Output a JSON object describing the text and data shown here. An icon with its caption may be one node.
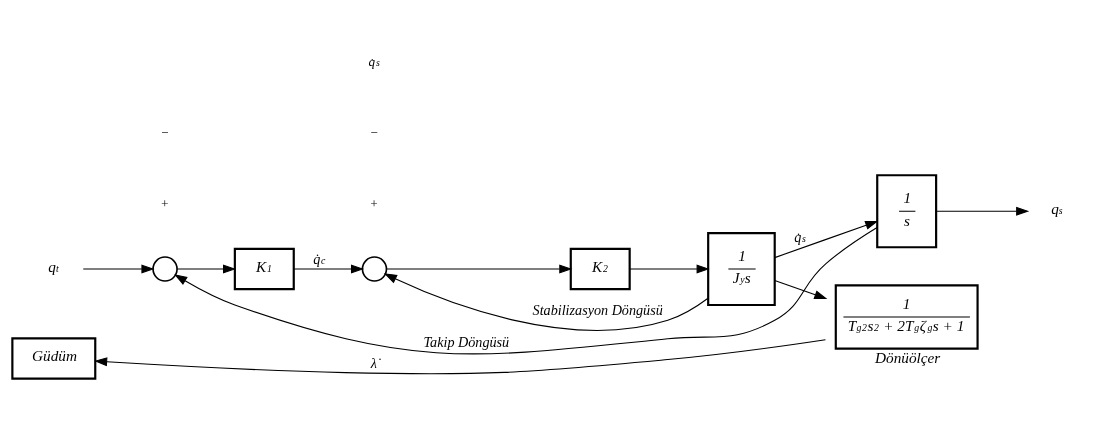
{
  "diagram": {
    "nodes": [
      {
        "text": [
          "q$_{t}$"
        ]
      },
      {
        "text": [],
        "shape": "circle"
      },
      {
        "text": [
          "K$_{1}$"
        ]
      },
      {
        "text": [],
        "shape": "circle"
      },
      {
        "text": [
          "K$_{2}$"
        ]
      },
      {
        "text": [
          "1",
          "J$_{y}$s"
        ]
      },
      {
        "text": [
          "1",
          "s"
        ]
      },
      {
        "text": [
          "q$_{s}$"
        ]
      },
      {
        "text": [
          "Güdüm"
        ]
      },
      {
        "text": [
          "1",
          "T$_{g}$$^{2}$s$^{2}$ + 2T$_{g}$ζ$_{g}$s + 1"
        ],
        "beside": [
          "Dönüölçer"
        ]
      }
    ],
    "edges": [
      {
        "from": 0,
        "to": 1,
        "arrow": "to"
      },
      {
        "from": 1,
        "to": 2,
        "arrow": "to"
      },
      {
        "from": 2,
        "to": 3,
        "arrow": "to",
        "label": "q̇$_{c}$"
      },
      {
        "from": 3,
        "to": 4,
        "arrow": "to"
      },
      {
        "from": 4,
        "to": 5,
        "arrow": "to"
      },
      {
        "from": 5,
        "to": 6,
        "arrow": "to",
        "label": "q̇$_{s}$"
      },
      {
        "from": 6,
        "to": 7,
        "arrow": "to"
      },
      {
        "from": 5,
        "to": 3,
        "arrow": "to",
        "label": "Stabilizasyon Döngüsü"
      },
      {
        "from": 6,
        "to": 1,
        "arrow": "to",
        "label": "Takip Döngüsü"
      },
      {
        "from": 5,
        "to": 9,
        "arrow": "to"
      },
      {
        "from": 9,
        "to": 8,
        "arrow": "to",
        "label": "λ̇"
      }
    ],
    "labels": [
      "+",
      "−",
      "+",
      "−",
      "q̇$_{s}$"
    ]
  }
}
